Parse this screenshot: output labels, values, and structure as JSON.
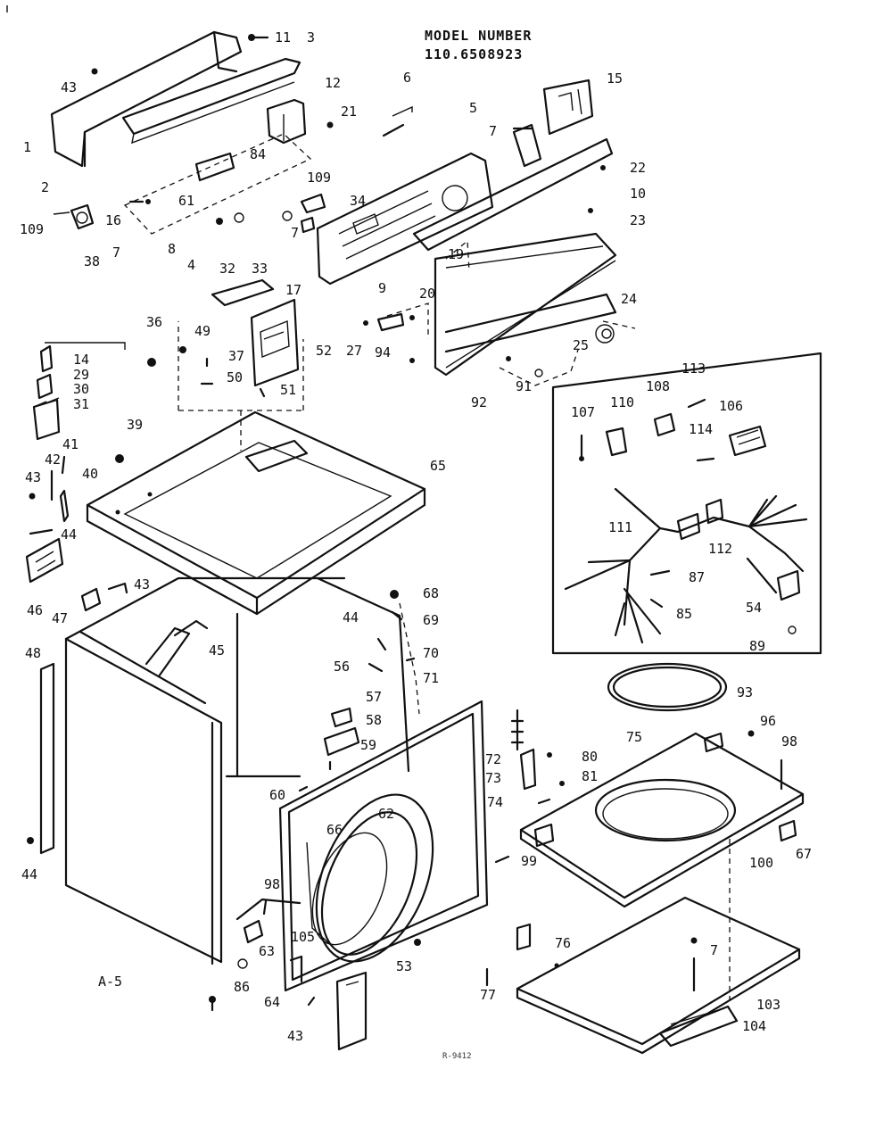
{
  "header": {
    "model_label": "MODEL NUMBER",
    "model_value": "110.6508923"
  },
  "page_ref": "A-5",
  "footer_code": "R-9412",
  "part_labels": [
    "11",
    "3",
    "43",
    "1",
    "2",
    "12",
    "21",
    "6",
    "5",
    "7",
    "15",
    "22",
    "10",
    "23",
    "24",
    "25",
    "91",
    "92",
    "20",
    "27",
    "94",
    "19",
    "84",
    "61",
    "16",
    "109",
    "38",
    "7",
    "8",
    "4",
    "32",
    "33",
    "7",
    "34",
    "109",
    "9",
    "17",
    "36",
    "49",
    "37",
    "52",
    "50",
    "51",
    "14",
    "29",
    "30",
    "31",
    "39",
    "65",
    "43",
    "42",
    "41",
    "40",
    "44",
    "46",
    "47",
    "43",
    "45",
    "48",
    "44",
    "68",
    "69",
    "70",
    "44",
    "56",
    "71",
    "57",
    "58",
    "59",
    "60",
    "62",
    "66",
    "105",
    "98",
    "63",
    "86",
    "64",
    "43",
    "53",
    "72",
    "73",
    "74",
    "80",
    "81",
    "99",
    "77",
    "76",
    "75",
    "96",
    "98",
    "67",
    "100",
    "7",
    "103",
    "104",
    "93",
    "113",
    "107",
    "110",
    "108",
    "114",
    "106",
    "111",
    "112",
    "87",
    "85",
    "54",
    "89"
  ]
}
